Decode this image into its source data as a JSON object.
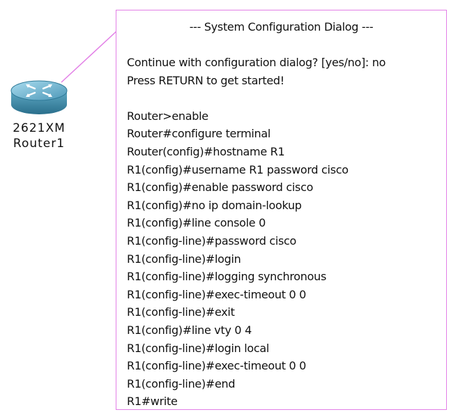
{
  "device": {
    "model": "2621XM",
    "name": "Router1",
    "icon": "router-icon"
  },
  "colors": {
    "note_border": "#e27fe6",
    "connector": "#e27fe6",
    "router_body": "#3d8aa6"
  },
  "note": {
    "title": "--- System Configuration Dialog ---",
    "lines": [
      "Continue with configuration dialog? [yes/no]: no",
      "Press RETURN to get started!",
      "",
      "Router>enable",
      "Router#configure terminal",
      "Router(config)#hostname R1",
      "R1(config)#username R1 password cisco",
      "R1(config)#enable password cisco",
      "R1(config)#no ip domain-lookup",
      "R1(config)#line console 0",
      "R1(config-line)#password cisco",
      "R1(config-line)#login",
      "R1(config-line)#logging synchronous",
      "R1(config-line)#exec-timeout 0 0",
      "R1(config-line)#exit",
      "R1(config)#line vty 0 4",
      "R1(config-line)#login local",
      "R1(config-line)#exec-timeout 0 0",
      "R1(config-line)#end",
      "R1#write"
    ]
  }
}
